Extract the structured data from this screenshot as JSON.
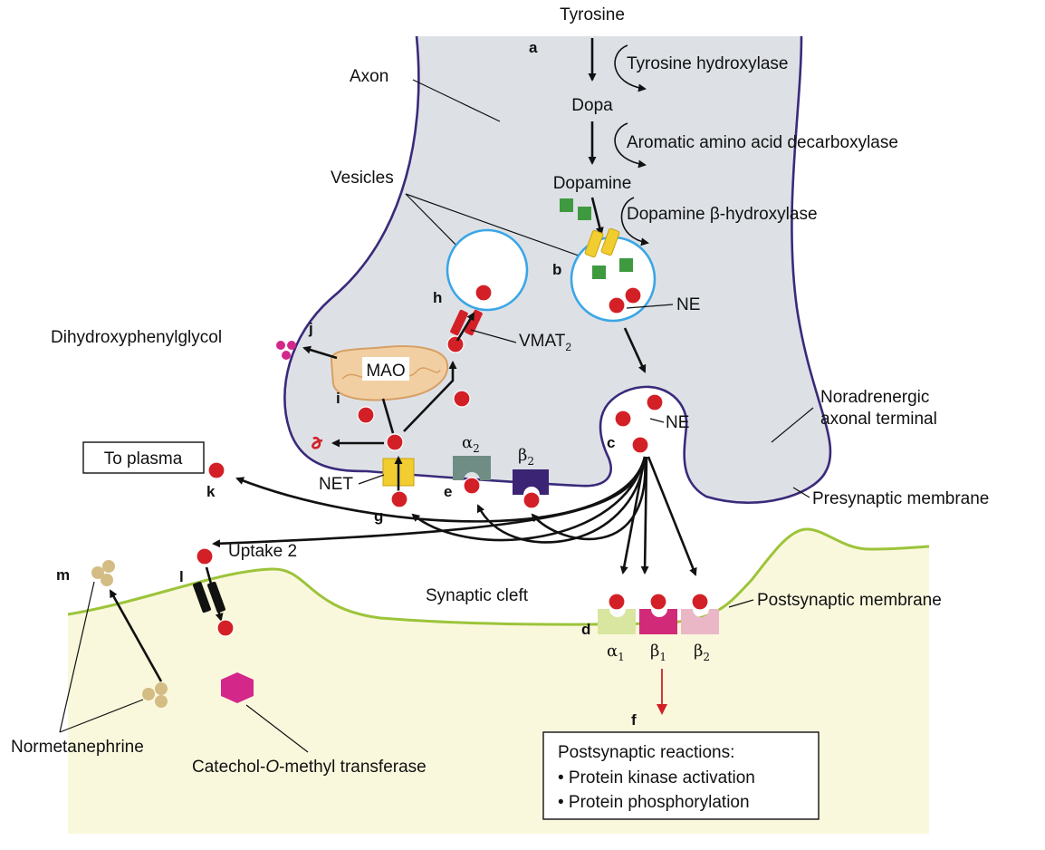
{
  "labels": {
    "tyrosine": "Tyrosine",
    "tyrosine_hydroxylase": "Tyrosine hydroxylase",
    "dopa": "Dopa",
    "aadc": "Aromatic amino acid decarboxylase",
    "dopamine": "Dopamine",
    "dbh": "Dopamine β-hydroxylase",
    "axon": "Axon",
    "vesicles": "Vesicles",
    "ne_vesicle": "NE",
    "ne_cleft": "NE",
    "vmat2_base": "VMAT",
    "vmat2_sub": "2",
    "dhpg": "Dihydroxyphenylglycol",
    "mao": "MAO",
    "noradrenergic_line1": "Noradrenergic",
    "noradrenergic_line2": "axonal terminal",
    "to_plasma": "To plasma",
    "net": "NET",
    "alpha2_base": "α",
    "alpha2_sub": "2",
    "beta2_pre_base": "β",
    "beta2_pre_sub": "2",
    "presynaptic_membrane": "Presynaptic membrane",
    "uptake2": "Uptake 2",
    "synaptic_cleft": "Synaptic cleft",
    "postsynaptic_membrane": "Postsynaptic membrane",
    "alpha1_base": "α",
    "alpha1_sub": "1",
    "beta1_base": "β",
    "beta1_sub": "1",
    "beta2_post_base": "β",
    "beta2_post_sub": "2",
    "normetanephrine": "Normetanephrine",
    "comt_prefix": "Catechol-",
    "comt_italic": "O",
    "comt_suffix": "-methyl transferase"
  },
  "letters": {
    "a": "a",
    "b": "b",
    "c": "c",
    "d": "d",
    "e": "e",
    "f": "f",
    "g": "g",
    "h": "h",
    "i": "i",
    "j": "j",
    "k": "k",
    "l": "l",
    "m": "m"
  },
  "reactions_box": {
    "title": "Postsynaptic reactions:",
    "items": [
      "• Protein kinase activation",
      "• Protein phosphorylation"
    ]
  },
  "colors": {
    "axon_fill": "#dde1e6",
    "membrane_pre": "#3a2a7a",
    "post_fill": "#faf8dc",
    "membrane_post": "#9cc43a",
    "norepinephrine": "#d32027",
    "vesicle_outline": "#3aa6e6",
    "mao_fill": "#f2cfa2",
    "alpha2_receptor": "#6f8d84",
    "beta2_pre_receptor": "#3b2474",
    "alpha1_receptor": "#d8e6a0",
    "beta1_receptor": "#d12a78",
    "beta2_post_receptor": "#eab7c7",
    "dopamine_green": "#3f9a3f",
    "transporter_yellow": "#f2cd2f",
    "comt_magenta": "#d3288a",
    "normetanephrine_tan": "#d4bc85"
  }
}
